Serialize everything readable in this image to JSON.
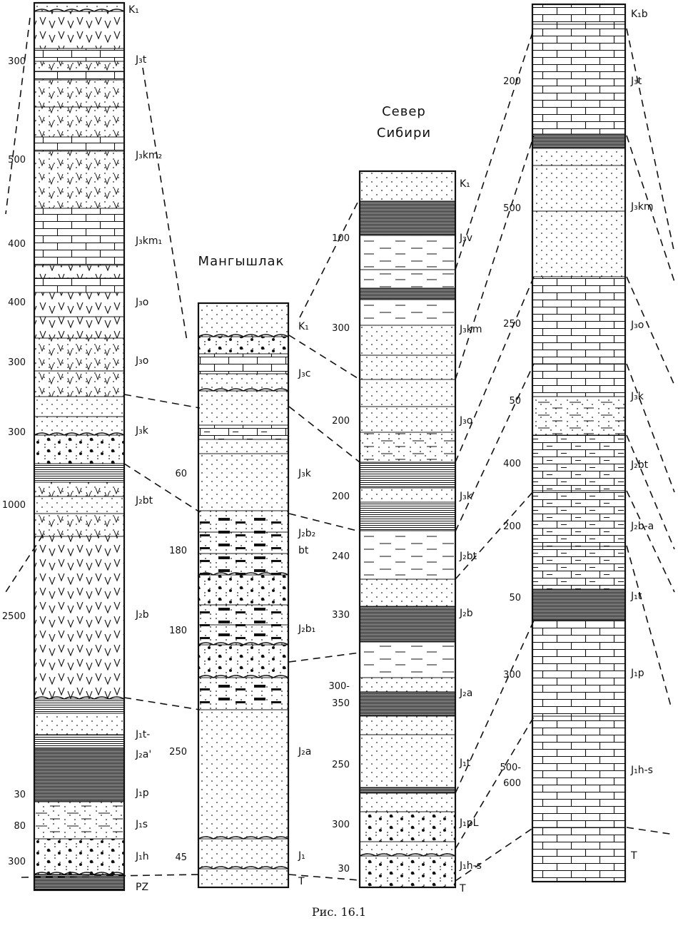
{
  "caption": "Рис. 16.1",
  "sections": [
    {
      "id": "left",
      "title": "",
      "labels": [
        "K₁",
        "J₃t",
        "J₃km₂",
        "J₃km₁",
        "J₃o",
        "J₃o",
        "J₃k",
        "J₂bt",
        "J₂b",
        "J₁t-",
        "J₂a'",
        "J₁p",
        "J₁s",
        "J₁h",
        "PZ"
      ],
      "thickness": [
        "300",
        "500",
        "400",
        "400",
        "300",
        "300",
        "1000",
        "2500",
        "30",
        "80",
        "300"
      ]
    },
    {
      "id": "mangyshlak",
      "title": "Мангышлак",
      "labels": [
        "K₁",
        "J₃c",
        "J₃k",
        "J₂b₂",
        "bt",
        "J₂b₁",
        "J₂a",
        "J₁",
        "T"
      ],
      "thickness": [
        "60",
        "180",
        "180",
        "250",
        "45"
      ]
    },
    {
      "id": "north-siberia",
      "title_lines": [
        "Север",
        "Сибири"
      ],
      "labels": [
        "K₁",
        "J₃v",
        "J₃km",
        "J₃o",
        "J₃k",
        "J₂bt",
        "J₂b",
        "J₂a",
        "J₁t",
        "J₁pL",
        "J₁h-s",
        "T"
      ],
      "thickness": [
        "100",
        "300",
        "200",
        "200",
        "240",
        "330",
        "300-",
        "350",
        "250",
        "300",
        "30"
      ]
    },
    {
      "id": "right",
      "title": "",
      "labels": [
        "K₁b",
        "J₃t",
        "J₃km",
        "J₃o",
        "J₃k",
        "J₂bt",
        "J₂b-a",
        "J₁t",
        "J₁p",
        "J₁h-s",
        "T"
      ],
      "thickness": [
        "200",
        "500",
        "250",
        "50",
        "400",
        "200",
        "50",
        "300",
        "500-",
        "600"
      ]
    }
  ]
}
